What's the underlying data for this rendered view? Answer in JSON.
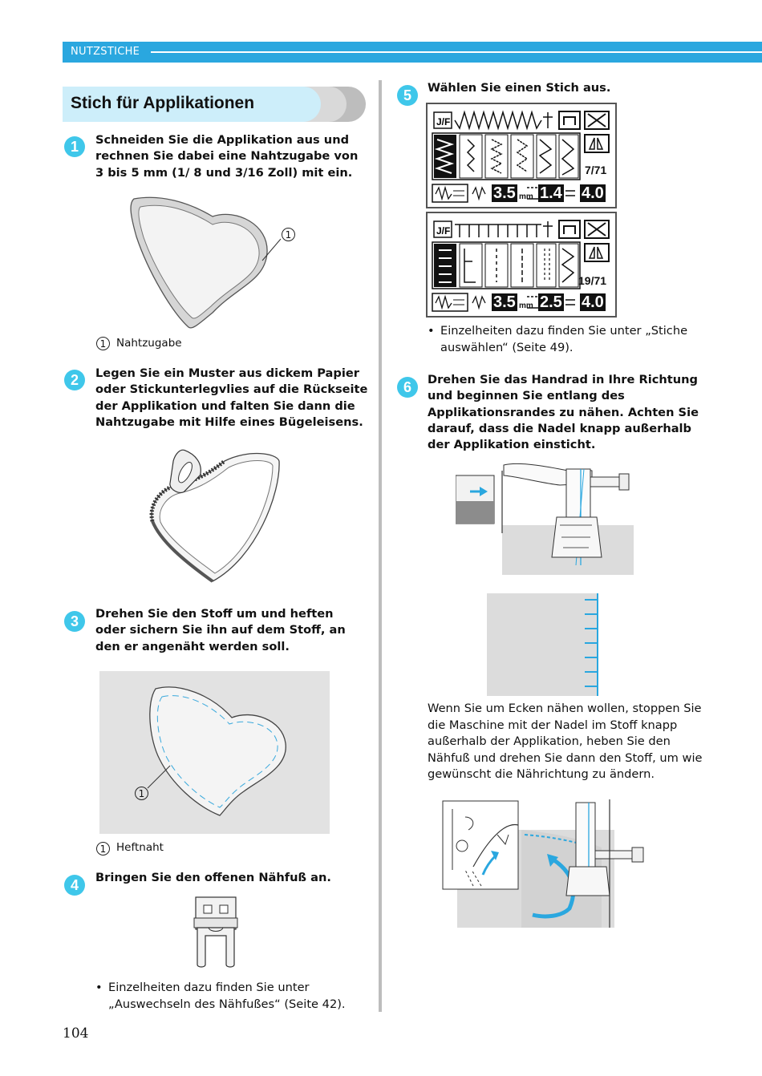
{
  "header": {
    "section_label": "NUTZSTICHE"
  },
  "section_title": "Stich für Applikationen",
  "steps": [
    {
      "number": "1",
      "text": "Schneiden Sie die Applikation aus und rechnen Sie dabei eine Nahtzugabe von 3 bis 5 mm (1/ 8 und 3/16 Zoll) mit ein."
    },
    {
      "number": "2",
      "text": "Legen Sie ein Muster aus dickem Papier oder Stickunterlegvlies auf die Rückseite der Applikation und falten Sie dann die Nahtzugabe mit Hilfe eines Bügeleisens."
    },
    {
      "number": "3",
      "text": "Drehen Sie den Stoff um und heften oder sichern Sie ihn auf dem Stoff, an den er angenäht werden soll."
    },
    {
      "number": "4",
      "text": "Bringen Sie den offenen Nähfuß an."
    },
    {
      "number": "5",
      "text": "Wählen Sie einen Stich aus."
    },
    {
      "number": "6",
      "text": "Drehen Sie das Handrad in Ihre Richtung und beginnen Sie entlang des Applikationsrandes zu nähen. Achten Sie darauf, dass die Nadel knapp außerhalb der Applikation einsticht."
    }
  ],
  "figure1": {
    "callout": "1",
    "caption_label": "Nahtzugabe"
  },
  "figure3": {
    "callout": "1",
    "caption_label": "Heftnaht"
  },
  "step4_note": "Einzelheiten dazu finden Sie unter „Auswechseln des Nähfußes“ (Seite 42).",
  "step5_note": "Einzelheiten dazu finden Sie unter „Stiche auswählen“ (Seite 49).",
  "lcd1": {
    "page": "7/71",
    "width": "3.5",
    "length": "1.4",
    "tension": "4.0",
    "unit": "mm"
  },
  "lcd2": {
    "page": "19/71",
    "width": "3.5",
    "length": "2.5",
    "tension": "4.0",
    "unit": "mm"
  },
  "corner_paragraph": "Wenn Sie um Ecken nähen wollen, stoppen Sie die Maschine mit der Nadel im Stoff knapp außerhalb der Applikation, heben Sie den Nähfuß und drehen Sie dann den Stoff, um wie gewünscht die Nährichtung zu ändern.",
  "page_number": "104",
  "colors": {
    "accent": "#2aa7df",
    "badge": "#3fc7ea",
    "title_bg": "#cdeefa"
  }
}
